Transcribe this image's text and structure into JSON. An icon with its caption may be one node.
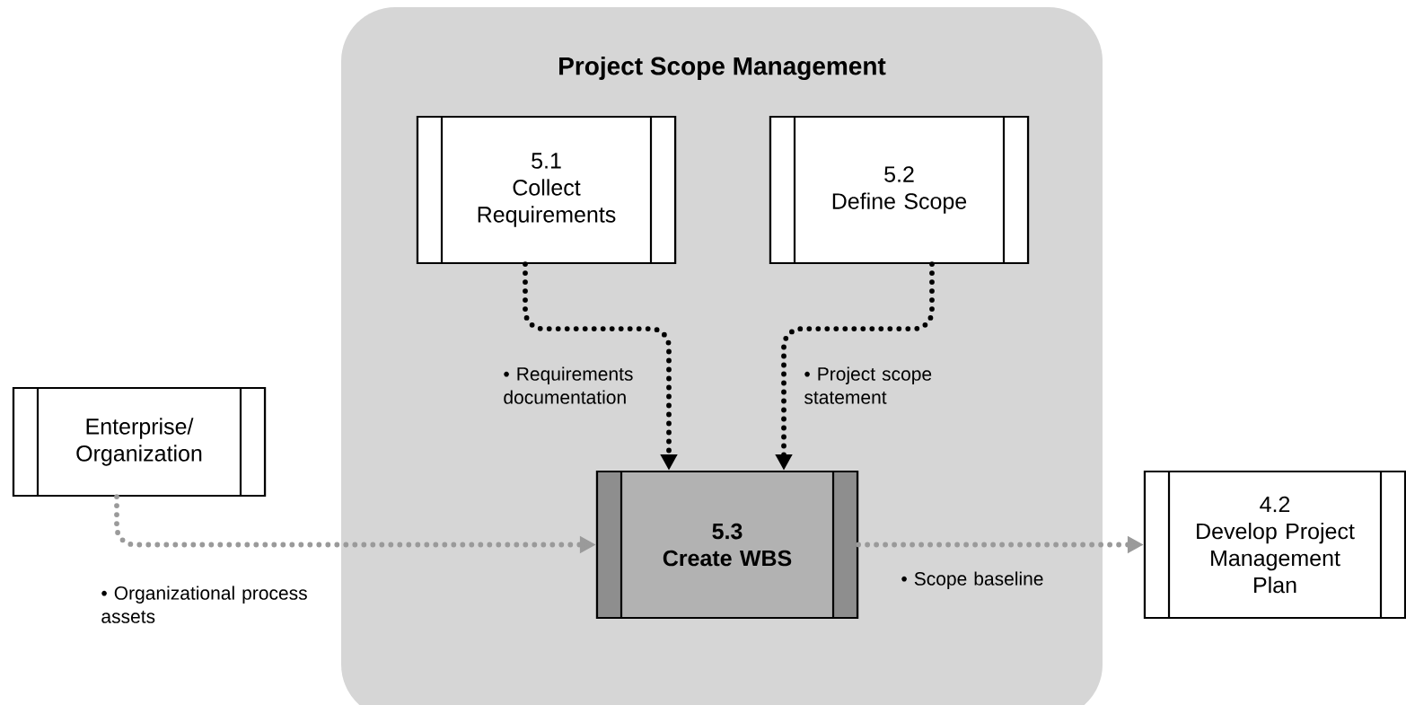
{
  "diagram": {
    "nodes": [
      {
        "text": [
          "Project Scope Management"
        ]
      },
      {
        "text": [
          "5.1",
          "Collect Requirements"
        ],
        "in": 0
      },
      {
        "text": [
          "5.2",
          "Define Scope"
        ],
        "in": 0
      },
      {
        "text": [
          "5.3",
          "Create WBS"
        ],
        "in": 0
      },
      {
        "text": [
          "Enterprise/ Organization"
        ]
      },
      {
        "text": [
          "4.2",
          "Develop Project Management Plan"
        ]
      }
    ],
    "edges": [
      {
        "from": 1,
        "to": 3,
        "arrow": "to",
        "label": "• Requirements documentation",
        "style": "dashed"
      },
      {
        "from": 2,
        "to": 3,
        "arrow": "to",
        "label": "• Project scope statement",
        "style": "dashed"
      },
      {
        "from": 4,
        "to": 3,
        "arrow": "to",
        "label": "• Organizational process assets",
        "style": "dashed",
        "color": "#9a9a9a"
      },
      {
        "from": 3,
        "to": 5,
        "arrow": "to",
        "label": "• Scope baseline",
        "style": "dashed",
        "color": "#9a9a9a"
      }
    ]
  }
}
